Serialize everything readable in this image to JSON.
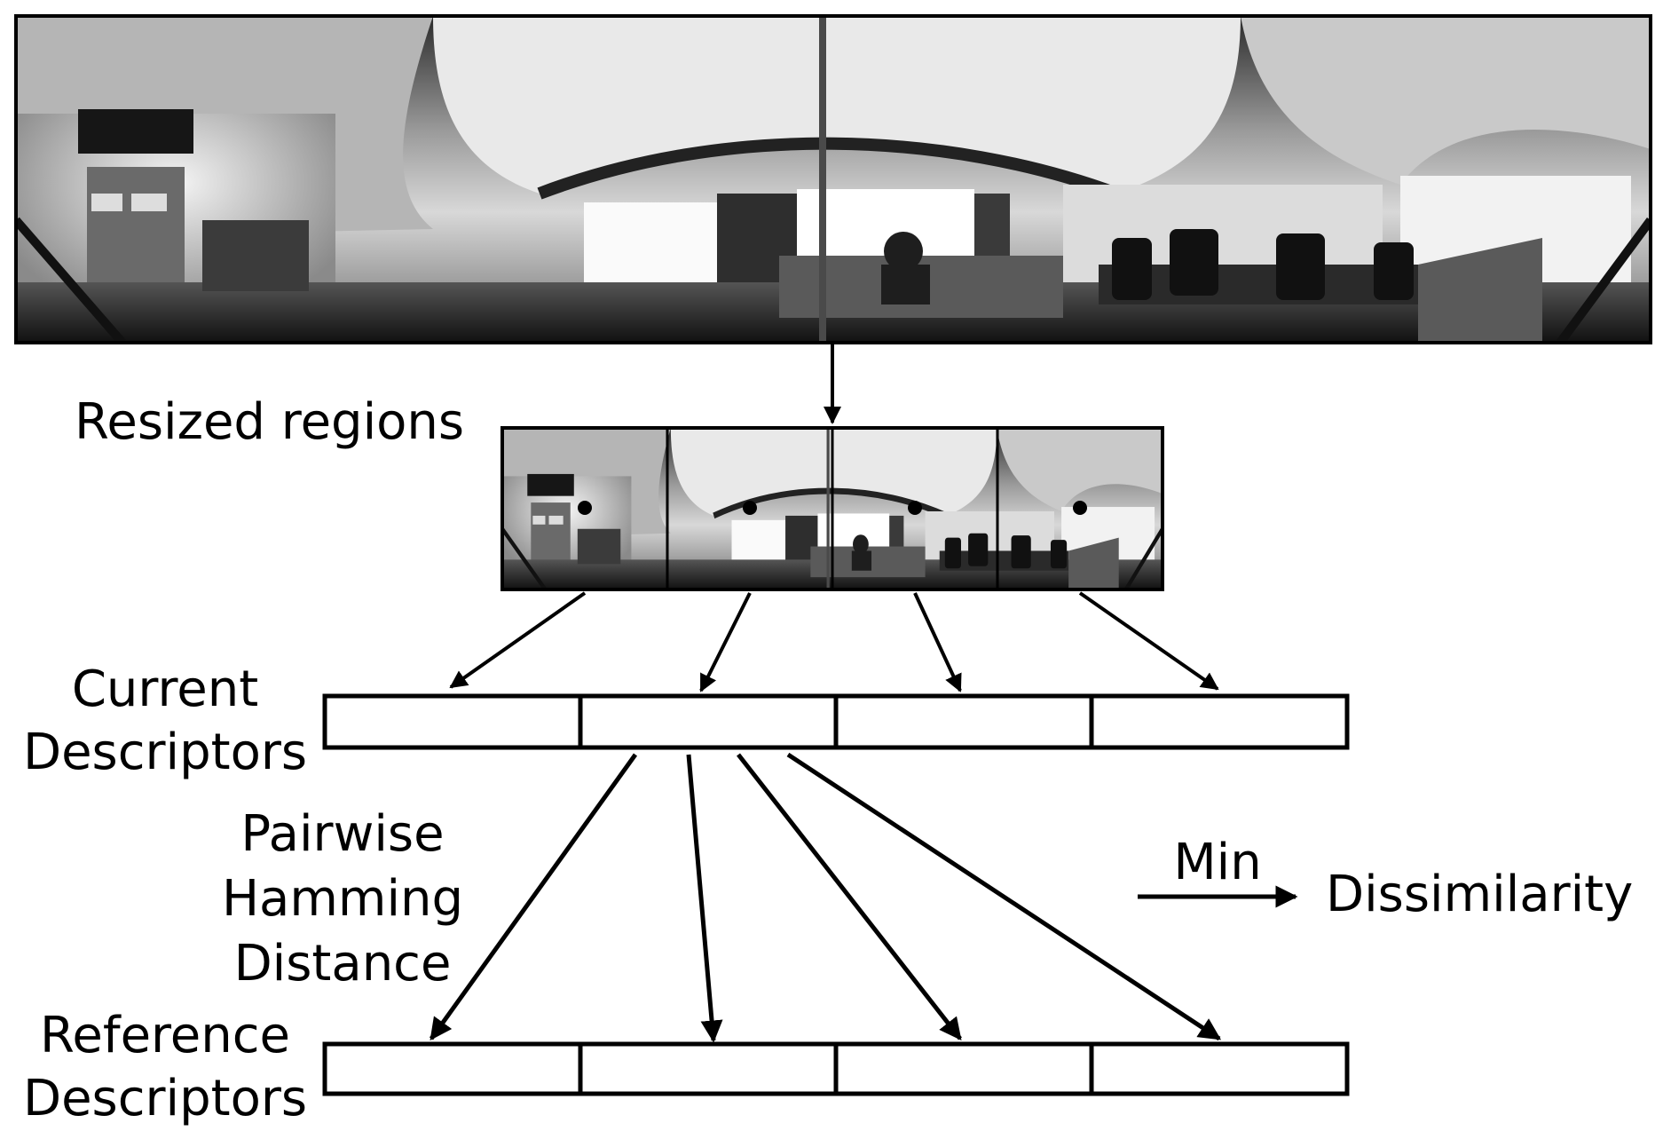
{
  "labels": {
    "resized_regions": "Resized regions",
    "current_line1": "Current",
    "current_line2": "Descriptors",
    "pairwise_line1": "Pairwise",
    "pairwise_line2": "Hamming",
    "pairwise_line3": "Distance",
    "reference_line1": "Reference",
    "reference_line2": "Descriptors",
    "min": "Min",
    "dissimilarity": "Dissimilarity"
  },
  "colors": {
    "stroke": "#000000",
    "background": "#ffffff"
  },
  "icons": {
    "panorama": "grayscale-panorama-image",
    "region-marker": "dot-marker"
  },
  "regions": [
    {
      "id": 1
    },
    {
      "id": 2
    },
    {
      "id": 3
    },
    {
      "id": 4
    }
  ],
  "current_descriptor_cells": 4,
  "reference_descriptor_cells": 4
}
